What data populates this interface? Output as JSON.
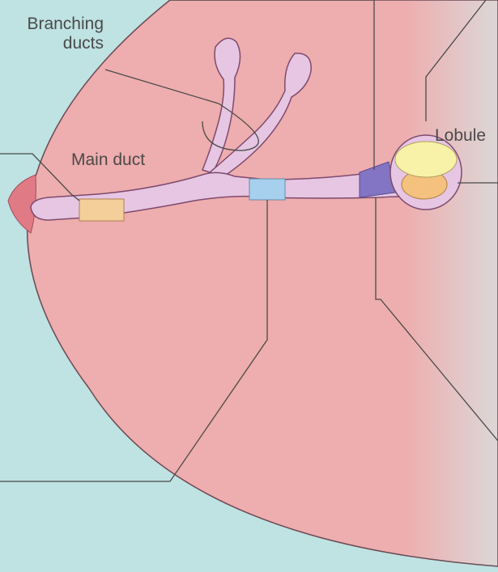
{
  "labels": {
    "branching_line1": "Branching",
    "branching_line2": "ducts",
    "main_duct": "Main duct",
    "lobule": "Lobule"
  },
  "colors": {
    "background": "#bfe2e2",
    "breast_tissue": "#eeadae",
    "nipple": "#e07a85",
    "duct": "#e6c6e2",
    "duct_outline": "#7e4a6e",
    "marker_main_duct": "#f4cf9a",
    "marker_branch": "#a6d0ee",
    "marker_terminal": "#8474c4",
    "lobule_top": "#f8f2a8",
    "lobule_bottom": "#f4c27e",
    "leader_line": "#4a4a4a"
  }
}
